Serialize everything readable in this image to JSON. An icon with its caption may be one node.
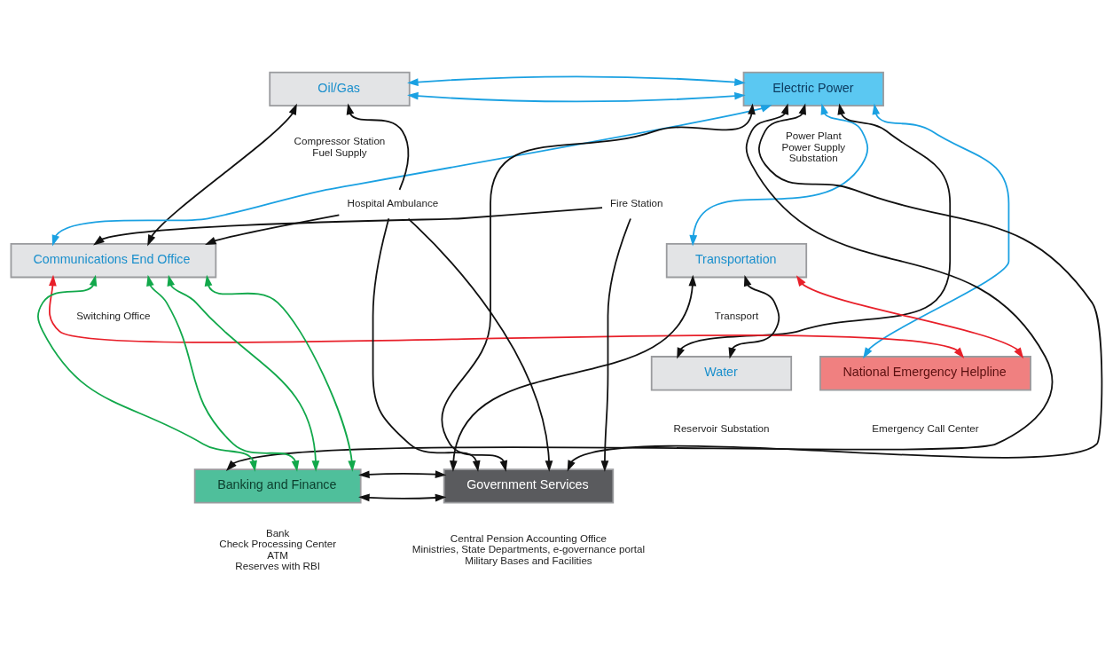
{
  "diagram": {
    "nodes": [
      {
        "text": [
          "Oil/Gas"
        ],
        "beside": [
          "Compressor Station",
          "Fuel Supply"
        ]
      },
      {
        "text": [
          "Electric Power"
        ],
        "beside": [
          "Power Plant",
          "Power Supply",
          "Substation"
        ]
      },
      {
        "text": [
          "Communications End Office"
        ],
        "beside": [
          "Switching Office"
        ]
      },
      {
        "text": [
          "Transportation"
        ],
        "beside": [
          "Transport"
        ]
      },
      {
        "text": [
          "Water"
        ],
        "beside": [
          "Reservoir Substation"
        ]
      },
      {
        "text": [
          "National Emergency Helpline"
        ],
        "beside": [
          "Emergency Call Center"
        ]
      },
      {
        "text": [
          "Banking and Finance"
        ],
        "beside": [
          "Bank",
          "Check Processing Center",
          "ATM",
          "Reserves with RBI"
        ]
      },
      {
        "text": [
          "Government Services"
        ],
        "beside": [
          "Central Pension Accounting Office",
          "Ministries, State Departments, e-governance portal",
          "Military Bases and Facilities"
        ]
      },
      {
        "text": [
          "Hospital Ambulance"
        ]
      },
      {
        "text": [
          "Fire Station"
        ]
      }
    ],
    "edges": [
      {
        "from": 0,
        "to": 1,
        "arrow": "both",
        "color": "#1ba1e2"
      },
      {
        "from": 0,
        "to": 1,
        "arrow": "both",
        "color": "#1ba1e2"
      },
      {
        "from": 1,
        "to": 2,
        "arrow": "both",
        "color": "#1ba1e2"
      },
      {
        "from": 1,
        "to": 3,
        "arrow": "both",
        "color": "#1ba1e2"
      },
      {
        "from": 1,
        "to": 5,
        "arrow": "both",
        "color": "#1ba1e2"
      },
      {
        "from": 0,
        "to": 2,
        "arrow": "both"
      },
      {
        "from": 8,
        "to": 0,
        "arrow": "to"
      },
      {
        "from": 8,
        "to": 2,
        "arrow": "to"
      },
      {
        "from": 9,
        "to": 2,
        "arrow": "to"
      },
      {
        "from": 8,
        "to": 7,
        "arrow": "to"
      },
      {
        "from": 8,
        "to": 7,
        "arrow": "to"
      },
      {
        "from": 9,
        "to": 7,
        "arrow": "to"
      },
      {
        "from": 1,
        "to": 6,
        "arrow": "both"
      },
      {
        "from": 1,
        "to": 4,
        "arrow": "both"
      },
      {
        "from": 1,
        "to": 7,
        "arrow": "both"
      },
      {
        "from": 1,
        "to": 7,
        "arrow": "both"
      },
      {
        "from": 3,
        "to": 7,
        "arrow": "both"
      },
      {
        "from": 3,
        "to": 4,
        "arrow": "both"
      },
      {
        "from": 6,
        "to": 7,
        "arrow": "both"
      },
      {
        "from": 6,
        "to": 7,
        "arrow": "both"
      },
      {
        "from": 2,
        "to": 5,
        "arrow": "both",
        "color": "#e8202a"
      },
      {
        "from": 3,
        "to": 5,
        "arrow": "both",
        "color": "#e8202a"
      },
      {
        "from": 2,
        "to": 6,
        "arrow": "both",
        "color": "#12a84b"
      },
      {
        "from": 2,
        "to": 6,
        "arrow": "both",
        "color": "#12a84b"
      },
      {
        "from": 2,
        "to": 6,
        "arrow": "both",
        "color": "#12a84b"
      },
      {
        "from": 2,
        "to": 6,
        "arrow": "both",
        "color": "#12a84b"
      }
    ]
  }
}
